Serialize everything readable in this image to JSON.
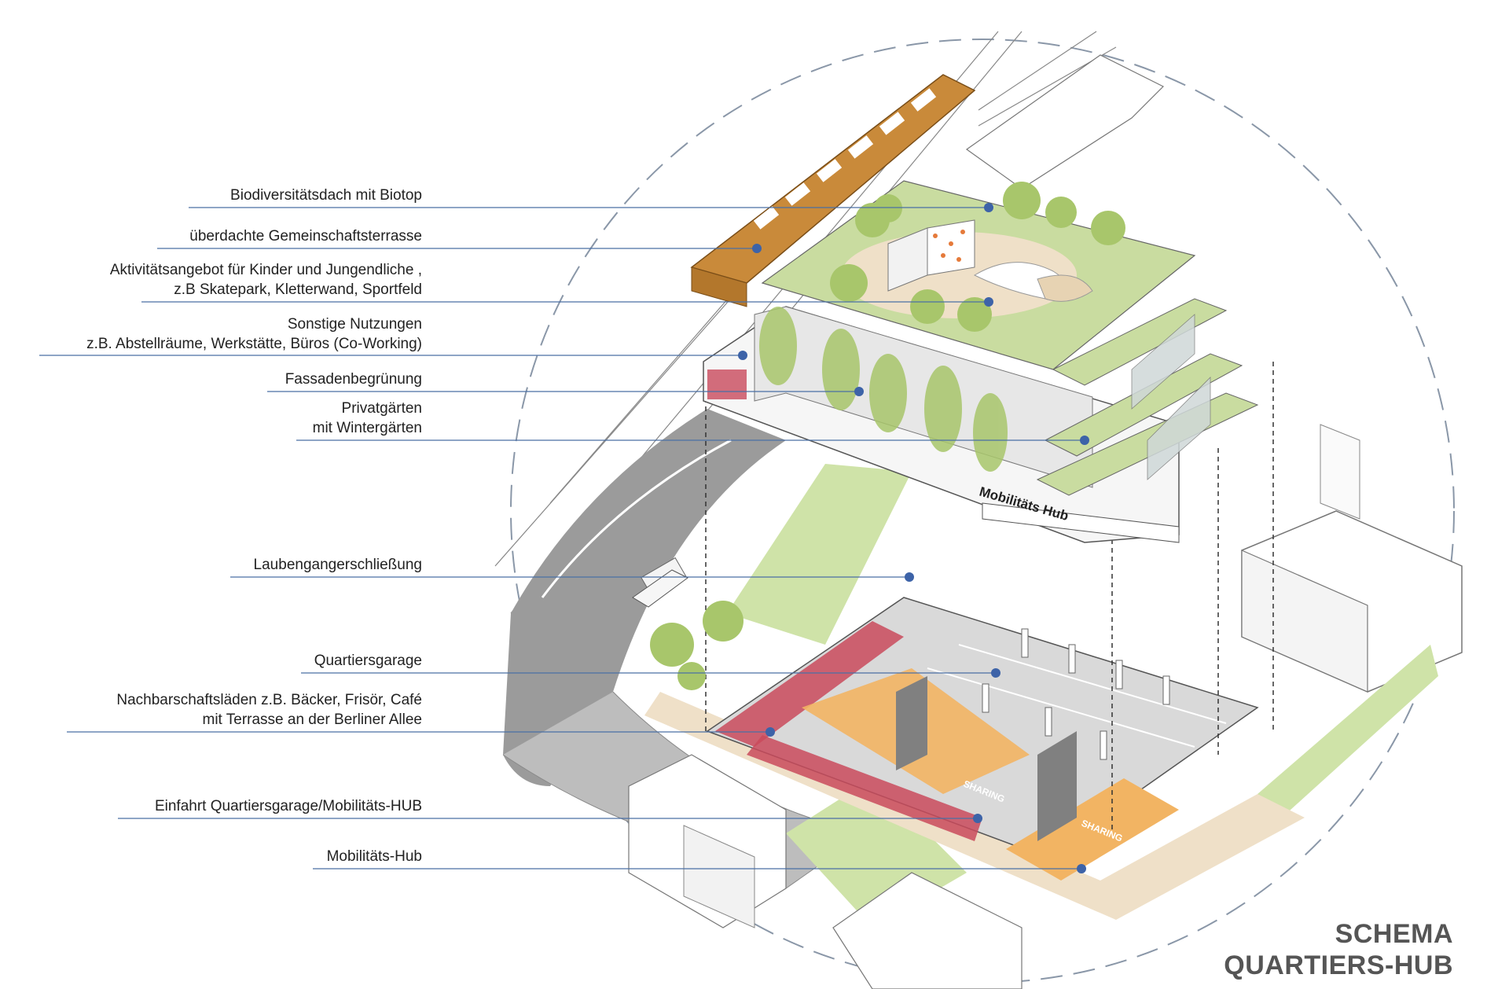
{
  "title": {
    "line1": "SCHEMA",
    "line2": "QUARTIERS-HUB"
  },
  "labels": [
    {
      "lines": [
        "Biodiversitätsdach mit Biotop"
      ]
    },
    {
      "lines": [
        "überdachte Gemeinschaftsterrasse"
      ]
    },
    {
      "lines": [
        "Aktivitätsangebot für Kinder und Jungendliche ,",
        "z.B Skatepark, Kletterwand, Sportfeld"
      ]
    },
    {
      "lines": [
        "Sonstige Nutzungen",
        "z.B. Abstellräume, Werkstätte, Büros (Co-Working)"
      ]
    },
    {
      "lines": [
        "Fassadenbegrünung"
      ]
    },
    {
      "lines": [
        "Privatgärten",
        "mit Wintergärten"
      ]
    },
    {
      "lines": [
        "Laubengangerschließung"
      ]
    },
    {
      "lines": [
        "Quartiersgarage"
      ]
    },
    {
      "lines": [
        "Nachbarschaftsläden  z.B. Bäcker, Frisör, Café",
        "mit Terrasse an der Berliner Allee"
      ]
    },
    {
      "lines": [
        "Einfahrt Quartiersgarage/Mobilitäts-HUB"
      ]
    },
    {
      "lines": [
        "Mobilitäts-Hub"
      ]
    }
  ],
  "in_drawing_text": {
    "facade_sign": "Mobilitäts Hub",
    "sharing_1": "SHARING",
    "sharing_2": "SHARING"
  },
  "colors": {
    "leader_line": "#4a6fa5",
    "dot": "#3d63a8",
    "roof_wood": "#c98a3a",
    "green_roof": "#c9dca0",
    "sand": "#efe0c8",
    "red_shops": "#c94a5c",
    "orange_sharing": "#f2b463",
    "garage_grey": "#d9d9d9",
    "road": "#9a9a9a",
    "title_grey": "#555555"
  }
}
